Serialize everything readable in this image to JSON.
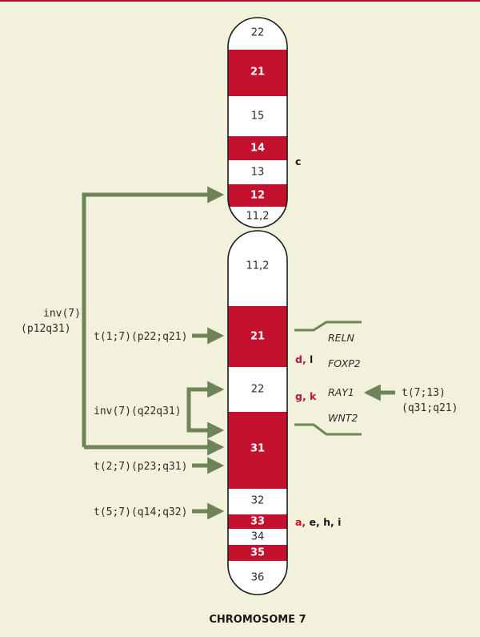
{
  "colors": {
    "background": "#f2f1db",
    "band_dark": "#c4122e",
    "band_light": "#ffffff",
    "outline": "#1a1a1a",
    "arrow": "#6f8456",
    "ref_red": "#c4122e",
    "ref_black": "#1a1a1a"
  },
  "title": "CHROMOSOME 7",
  "arms": {
    "p": [
      {
        "label": "22",
        "dark": false
      },
      {
        "label": "21",
        "dark": true
      },
      {
        "label": "15",
        "dark": false
      },
      {
        "label": "14",
        "dark": true
      },
      {
        "label": "13",
        "dark": false
      },
      {
        "label": "12",
        "dark": true
      },
      {
        "label": "11,2",
        "dark": false
      }
    ],
    "q": [
      {
        "label": "11,2",
        "dark": false
      },
      {
        "label": "21",
        "dark": true
      },
      {
        "label": "22",
        "dark": false
      },
      {
        "label": "31",
        "dark": true
      },
      {
        "label": "32",
        "dark": false
      },
      {
        "label": "33",
        "dark": true
      },
      {
        "label": "34",
        "dark": false
      },
      {
        "label": "35",
        "dark": true
      },
      {
        "label": "36",
        "dark": false
      }
    ]
  },
  "rearrangements": {
    "inv7_p12q31": {
      "line1": "inv(7)",
      "line2": "(p12q31)"
    },
    "t1_7": "t(1;7)(p22;q21)",
    "inv7_q22q31": "inv(7)(q22q31)",
    "t2_7": "t(2;7)(p23;q31)",
    "t5_7": "t(5;7)(q14;q32)",
    "t7_13": {
      "line1": "t(7;13)",
      "line2": "(q31;q21)"
    }
  },
  "genes": [
    "RELN",
    "FOXP2",
    "RAY1",
    "WNT2"
  ],
  "refs": {
    "c": {
      "text": "c"
    },
    "d_l": [
      {
        "text": "d,",
        "red": true
      },
      {
        "text": " l",
        "red": false
      }
    ],
    "g_k": [
      {
        "text": "g,",
        "red": true
      },
      {
        "text": " k",
        "red": true
      }
    ],
    "a_ehi": [
      {
        "text": "a,",
        "red": true
      },
      {
        "text": " e, h, i",
        "red": false
      }
    ]
  }
}
